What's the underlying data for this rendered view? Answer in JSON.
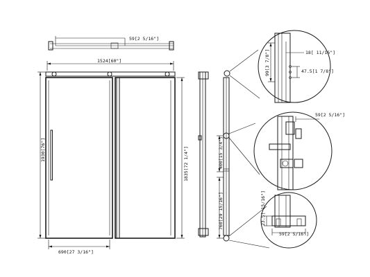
{
  "colors": {
    "line": "#1a1a1a",
    "background": "#ffffff",
    "text": "#111111"
  },
  "dimensions": {
    "track_height": "59[2 5/16\"]",
    "overall_width": "1524[60\"]",
    "overall_height": "1930[76\"]",
    "opening_width": "690[27 3/16\"]",
    "fixed_panel_height": "1835[72 1/4\"]",
    "handle_height": "400[15 3/4\"]",
    "bottom_guide_height": "760[29 15/16\"]",
    "roller_offset": "99[3 7/8\"]",
    "glass_thickness": "18[ 11/16\"]",
    "roller_spacing": "47.5[1 7/8\"]",
    "detail_track_height": "59[2 5/16\"]",
    "guide_height": "23.5[ 15/16\"]",
    "bottom_width": "59[2 5/16\"]"
  }
}
